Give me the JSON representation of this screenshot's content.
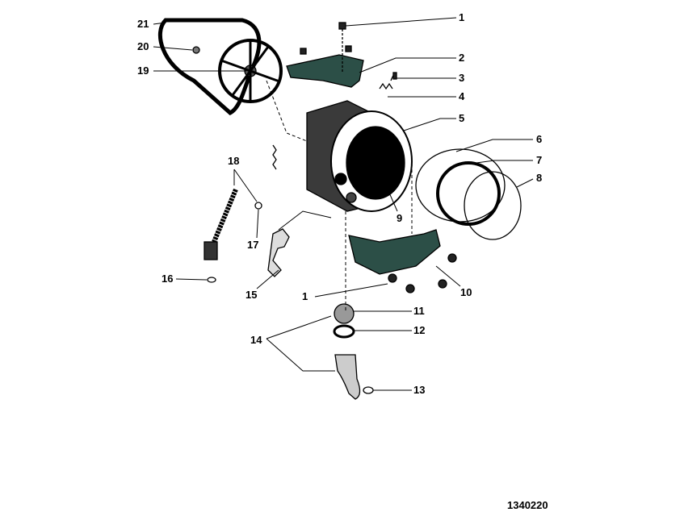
{
  "callouts": [
    "1",
    "2",
    "3",
    "4",
    "5",
    "6",
    "7",
    "8",
    "9",
    "10",
    "1",
    "11",
    "12",
    "13",
    "14",
    "15",
    "16",
    "17",
    "18",
    "19",
    "20",
    "21"
  ],
  "drawing_number": "1340220",
  "colors": {
    "part_dark": "#2c4f47",
    "tub": "#3a3a3a",
    "line": "#000000"
  }
}
